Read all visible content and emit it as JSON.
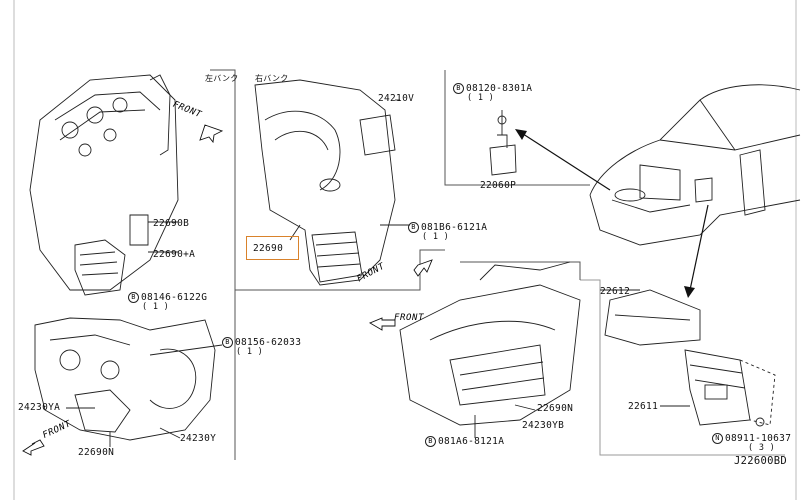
{
  "labels": {
    "left_bank": "左バンク",
    "right_bank": "右バンク",
    "front": "FRONT",
    "p22690B": "22690B",
    "p22690A": "22690+A",
    "b08146": "08146-6122G",
    "q1": "( 1 )",
    "b08156": "08156-62033",
    "p24230YA": "24230YA",
    "p24230Y": "24230Y",
    "p22690N_left": "22690N",
    "p24210V": "24210V",
    "p22690_hl": "22690",
    "b081B6": "081B6-6121A",
    "p22690N": "22690N",
    "p24230YB": "24230YB",
    "b081A6": "081A6-8121A",
    "b08120": "08120-8301A",
    "p22060P": "22060P",
    "p22612": "22612",
    "p22611": "22611",
    "n08911": "08911-10637",
    "q3": "( 3 )",
    "diagram_code": "J22600BD",
    "b_sym": "B",
    "n_sym": "N"
  },
  "colors": {
    "highlight": "#d9822b",
    "line": "#222222"
  }
}
